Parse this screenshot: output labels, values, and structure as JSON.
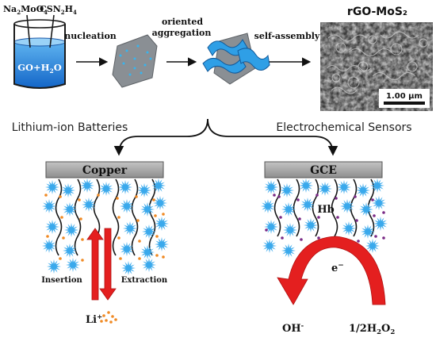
{
  "top": {
    "reagent_a": {
      "base": "Na",
      "sub1": "2",
      "mid": "MoO",
      "sub2": "4"
    },
    "reagent_b": {
      "base": "CSN",
      "sub1": "2",
      "mid": "H",
      "sub2": "4"
    },
    "beaker_text": {
      "a": "GO+H",
      "sub": "2",
      "b": "O"
    },
    "step_nucleation": "nucleation",
    "step_oriented_1": "oriented",
    "step_oriented_2": "aggregation",
    "step_self_assembly": "self-assembly",
    "product_title": "rGO-MoS₂",
    "scale_bar": "1.00 µm"
  },
  "applications": {
    "left": "Lithium-ion Batteries",
    "right": "Electrochemical Sensors"
  },
  "battery": {
    "electrode": "Copper",
    "insertion": "Insertion",
    "extraction": "Extraction",
    "ion": {
      "base": "Li",
      "sup": "+"
    }
  },
  "sensor": {
    "electrode": "GCE",
    "protein": "Hb",
    "electron": {
      "base": "e",
      "sup": "−"
    },
    "product": {
      "base": "OH",
      "sup": "-"
    },
    "reactant": {
      "a": "1/2H",
      "sub1": "2",
      "b": "O",
      "sub2": "2"
    }
  },
  "colors": {
    "beaker_liquid": "#2a84dc",
    "electrode_fill": "#a8a8a8",
    "flower_blue": "#3aa9ec",
    "ion_orange": "#f08a24",
    "arrow_red": "#e41f1f",
    "hb_purple": "#7a2a86",
    "sheet_blue": "#2f9fe6",
    "flake_gray": "#8a8f94"
  }
}
